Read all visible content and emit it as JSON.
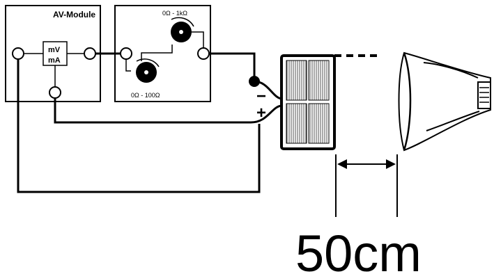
{
  "labels": {
    "module_title": "AV-Module",
    "meter_top": "mV",
    "meter_bottom": "mA",
    "pot_large_range": "0Ω - 1kΩ",
    "pot_small_range": "0Ω - 100Ω",
    "minus_sign": "−",
    "plus_sign": "+",
    "distance": "50cm"
  }
}
